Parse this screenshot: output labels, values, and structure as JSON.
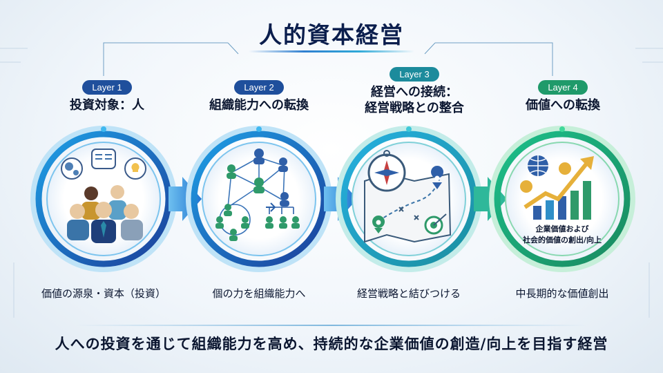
{
  "title": "人的資本経営",
  "layers": [
    {
      "badge": "Layer 1",
      "title": "投資対象：人",
      "caption": "価値の源泉・資本（投資）"
    },
    {
      "badge": "Layer 2",
      "title": "組織能力への転換",
      "caption": "個の力を組織能力へ"
    },
    {
      "badge": "Layer 3",
      "title_line1": "経営への接続：",
      "title_line2": "経営戦略との整合",
      "caption": "経営戦略と結びつける"
    },
    {
      "badge": "Layer 4",
      "title": "価値への転換",
      "caption": "中長期的な価値創出",
      "inner_line1": "企業価値および",
      "inner_line2": "社会的価値の創出/向上"
    }
  ],
  "summary": "人への投資を通じて組織能力を高め、持続的な企業価値の創造/向上を目指す経営",
  "colors": {
    "navy": "#1f4f9c",
    "teal": "#1c8b9c",
    "green": "#1f9a6a",
    "text": "#0b1630"
  }
}
